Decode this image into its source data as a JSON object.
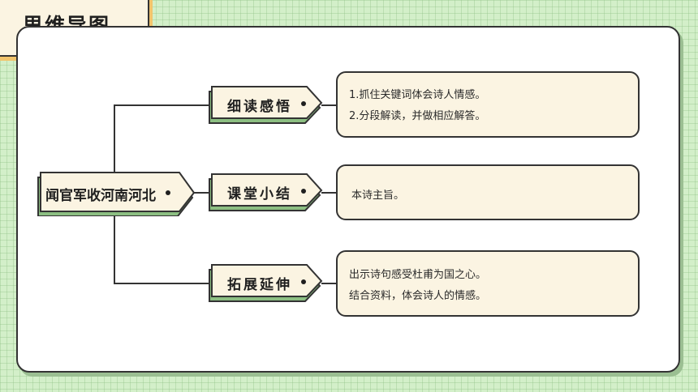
{
  "title": "思维导图",
  "root": {
    "label": "闻官军收河南河北"
  },
  "branches": [
    {
      "label": "细读感悟",
      "lines": [
        "1.抓住关键词体会诗人情感。",
        "2.分段解读，并做相应解答。"
      ]
    },
    {
      "label": "课堂小结",
      "lines": [
        "本诗主旨。"
      ]
    },
    {
      "label": "拓展延伸",
      "lines": [
        "出示诗句感受杜甫为国之心。",
        "结合资料，体会诗人的情感。"
      ]
    }
  ],
  "colors": {
    "background": "#d3efc9",
    "node_fill": "#fbf4e2",
    "shadow_green": "#8cbf82",
    "shadow_orange": "#f2c46c",
    "stroke": "#333333"
  }
}
